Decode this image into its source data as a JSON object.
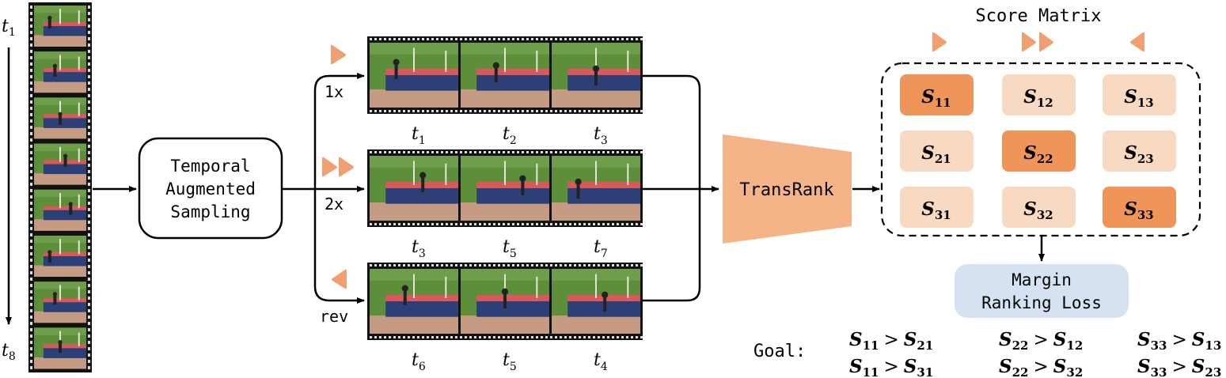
{
  "time_axis": {
    "start": "t",
    "start_sub": "1",
    "end": "t",
    "end_sub": "8"
  },
  "sampling_box": {
    "line1": "Temporal",
    "line2": "Augmented",
    "line3": "Sampling"
  },
  "branches": [
    {
      "label": "1x",
      "frames": [
        {
          "t": "t",
          "sub": "1"
        },
        {
          "t": "t",
          "sub": "2"
        },
        {
          "t": "t",
          "sub": "3"
        }
      ]
    },
    {
      "label": "2x",
      "frames": [
        {
          "t": "t",
          "sub": "3"
        },
        {
          "t": "t",
          "sub": "5"
        },
        {
          "t": "t",
          "sub": "7"
        }
      ]
    },
    {
      "label": "rev",
      "frames": [
        {
          "t": "t",
          "sub": "6"
        },
        {
          "t": "t",
          "sub": "5"
        },
        {
          "t": "t",
          "sub": "4"
        }
      ]
    }
  ],
  "model": {
    "label": "TransRank"
  },
  "score_matrix": {
    "title": "Score Matrix",
    "cells": [
      [
        {
          "s": "S",
          "sub": "11"
        },
        {
          "s": "S",
          "sub": "12"
        },
        {
          "s": "S",
          "sub": "13"
        }
      ],
      [
        {
          "s": "S",
          "sub": "21"
        },
        {
          "s": "S",
          "sub": "22"
        },
        {
          "s": "S",
          "sub": "23"
        }
      ],
      [
        {
          "s": "S",
          "sub": "31"
        },
        {
          "s": "S",
          "sub": "32"
        },
        {
          "s": "S",
          "sub": "33"
        }
      ]
    ]
  },
  "loss": {
    "line1": "Margin",
    "line2": "Ranking Loss"
  },
  "goal": {
    "label": "Goal:",
    "inequalities": [
      [
        {
          "a": "11",
          "b": "21"
        },
        {
          "a": "22",
          "b": "12"
        },
        {
          "a": "33",
          "b": "13"
        }
      ],
      [
        {
          "a": "11",
          "b": "31"
        },
        {
          "a": "22",
          "b": "32"
        },
        {
          "a": "33",
          "b": "23"
        }
      ]
    ],
    "symbol": "S",
    "op": ">"
  },
  "colors": {
    "accent": "#f0a070",
    "diag": "#f0955a",
    "offdiag": "#f8d9c2",
    "loss_bg": "#d6e2f2",
    "grass": "#5d8e3a",
    "mat": "#2c3f77",
    "track": "#c59b84"
  }
}
